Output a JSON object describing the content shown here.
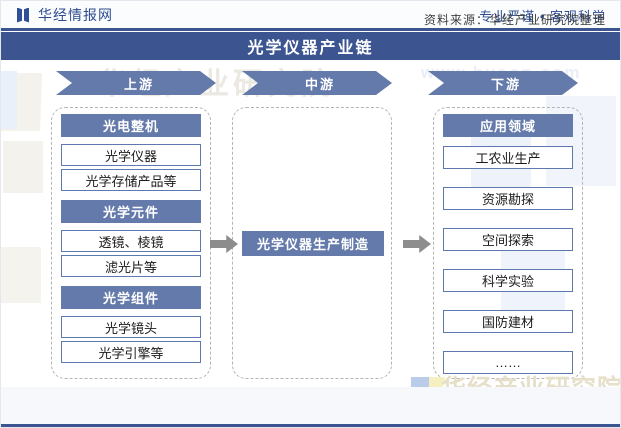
{
  "header": {
    "brand": "华经情报网",
    "brand_icon": "book-mark-icon",
    "tagline": "专业严谨 • 客观科学",
    "title": "光学仪器产业链",
    "accent_color": "#3c5591",
    "box_header_color": "#647aab"
  },
  "stages": [
    {
      "key": "upstream",
      "label": "上游"
    },
    {
      "key": "midstream",
      "label": "中游"
    },
    {
      "key": "downstream",
      "label": "下游"
    }
  ],
  "upstream": {
    "groups": [
      {
        "title": "光电整机",
        "items": [
          "光学仪器",
          "光学存储产品等"
        ]
      },
      {
        "title": "光学元件",
        "items": [
          "透镜、棱镜",
          "滤光片等"
        ]
      },
      {
        "title": "光学组件",
        "items": [
          "光学镜头",
          "光学引擎等"
        ]
      }
    ]
  },
  "midstream": {
    "core": "光学仪器生产制造"
  },
  "downstream": {
    "title": "应用领域",
    "items": [
      "工农业生产",
      "资源勘探",
      "空间探索",
      "科学实验",
      "国防建材",
      "……"
    ]
  },
  "connectors": [
    {
      "name": "arrow-upstream-to-midstream"
    },
    {
      "name": "arrow-midstream-to-downstream"
    }
  ],
  "watermark": {
    "name": "华经产业研究院",
    "url": "www.huaon.com",
    "name_small": "华经产业研究院"
  },
  "footer": {
    "source": "资料来源：华经产业研究院整理"
  }
}
